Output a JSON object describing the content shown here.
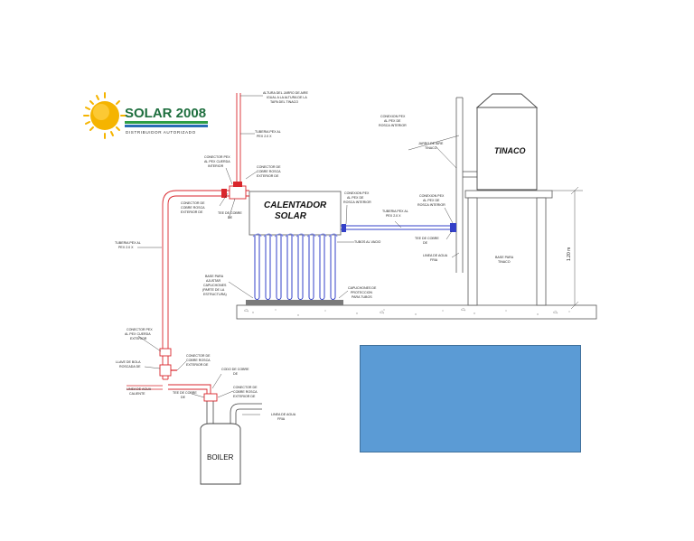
{
  "logo": {
    "name": "SOLAR 2008",
    "tagline": "DISTRIBUIDOR AUTORIZADO",
    "colors": {
      "sun": "#f5b400",
      "text": "#1f6f3f",
      "stripe_green": "#2e9e46",
      "stripe_blue": "#2a6db5"
    }
  },
  "components": {
    "heater_title_1": "CALENTADOR",
    "heater_title_2": "SOLAR",
    "tank": "TINACO",
    "boiler": "BOILER",
    "height_dim": "1.20 m"
  },
  "labels": {
    "air_jar_height": [
      "ALTURA DEL JARRO DE AIRE",
      "IGUAL A LA ALTURA DE LA",
      "TAPA DEL TINACO"
    ],
    "pipe_pex_top": [
      "TUBERIA PEX AL",
      "PEX 2.0 X"
    ],
    "connector_left_thread": [
      "CONECTOR PEX",
      "AL PEX CUERDA",
      "INTERIOR"
    ],
    "connector_copper_ext": [
      "CONECTOR DE",
      "COBRE ROSCA",
      "EXTERIOR DE"
    ],
    "connector_copper_ext2": [
      "CONECTOR DE",
      "COBRE ROSCA",
      "EXTERIOR DE"
    ],
    "copper_tee": [
      "TEE DE COBRE",
      "DE"
    ],
    "pex_connection_thread": [
      "CONEXION PEX",
      "AL PEX DE",
      "ROSCA INTERIOR"
    ],
    "pex_connection_top": [
      "CONEXION PEX",
      "AL PEX DE",
      "ROSCA INTERIOR"
    ],
    "air_jar_tank": [
      "JARRO DE AIRE",
      "TINACO"
    ],
    "connection_pex_right": [
      "CONEXION PEX",
      "AL PEX DE",
      "ROSCA INTERIOR"
    ],
    "pipe_pex_mid": [
      "TUBERIA PEX AL",
      "PEX 2.0 X"
    ],
    "vacuum_tubes": "TUBOS AL VACIO",
    "copper_tee_right": [
      "TEE DE COBRE",
      "DE"
    ],
    "cold_line_right": [
      "LINEA DE AGUA",
      "FRIA"
    ],
    "tank_base": [
      "BASE PARA",
      "TINACO"
    ],
    "pipe_pex_left": [
      "TUBERIA PEX AL",
      "PEX 2.0 X"
    ],
    "base_adjust": [
      "BASE PARA",
      "AJUSTAR",
      "CAPUCHONES",
      "(PARTE DE LA",
      "ESTRUCTURA)"
    ],
    "caps_protection": [
      "CAPUCHONES DE",
      "PROTECCION",
      "PARA TUBOS"
    ],
    "connector_left_ext": [
      "CONECTOR PEX",
      "AL PEX CUERDA",
      "EXTERIOR"
    ],
    "ball_valve": [
      "LLAVE DE BOLA",
      "ROSCADA DE"
    ],
    "connector_lower_ext": [
      "CONECTOR DE",
      "COBRE ROSCA",
      "EXTERIOR DE"
    ],
    "copper_elbow": [
      "CODO DE COBRE",
      "DE"
    ],
    "hot_line": [
      "LINEA DE AGUA",
      "CALIENTE"
    ],
    "copper_tee_low": [
      "TEE DE COBRE",
      "DE"
    ],
    "connector_copper_low": [
      "CONECTOR DE",
      "COBRE ROSCA",
      "EXTERIOR DE"
    ],
    "cold_line_low": [
      "LINEA DE AGUA",
      "FRIA"
    ]
  }
}
